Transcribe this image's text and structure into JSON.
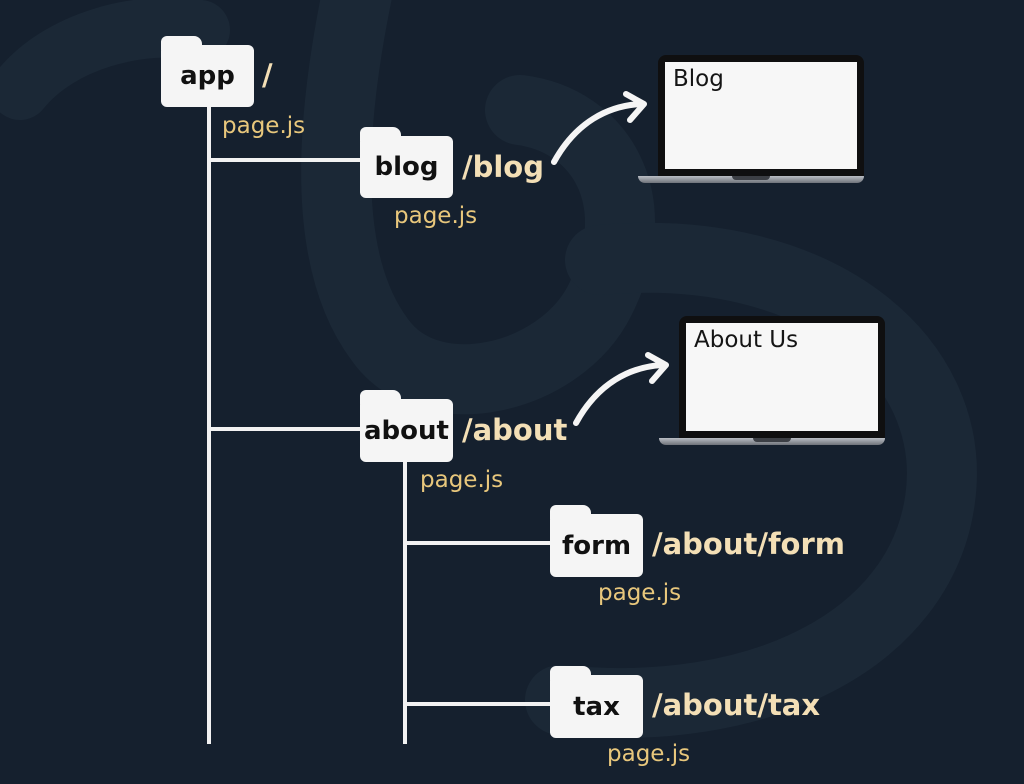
{
  "colors": {
    "background": "#15202e",
    "tree_line": "#f2f2f2",
    "folder_fill": "#f5f5f5",
    "route_text": "#f3dfb6",
    "file_text": "#e8c77c"
  },
  "root": {
    "folder": "app",
    "route": "/",
    "file": "page.js"
  },
  "blog": {
    "folder": "blog",
    "route": "/blog",
    "file": "page.js",
    "screen": "Blog"
  },
  "about": {
    "folder": "about",
    "route": "/about",
    "file": "page.js",
    "screen": "About Us"
  },
  "form": {
    "folder": "form",
    "route": "/about/form",
    "file": "page.js"
  },
  "tax": {
    "folder": "tax",
    "route": "/about/tax",
    "file": "page.js"
  },
  "icons": {
    "folder": "folder-icon",
    "arrow": "curved-arrow-icon",
    "laptop": "laptop-icon"
  }
}
